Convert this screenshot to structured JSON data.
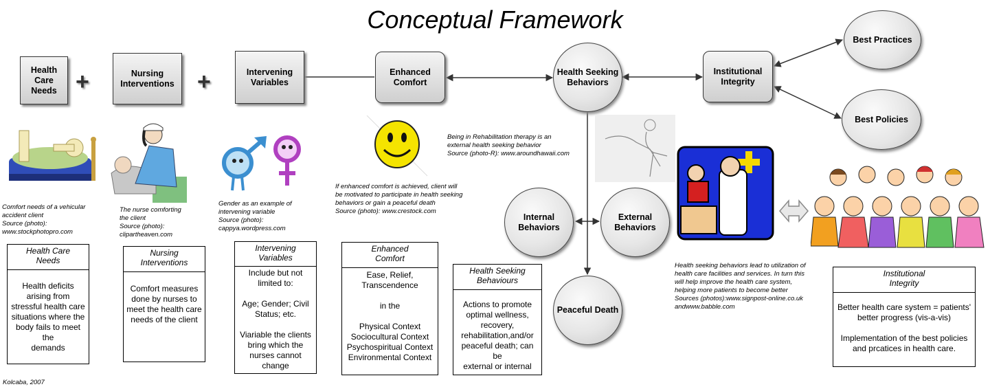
{
  "title": "Conceptual Framework",
  "nodes": {
    "health_care_needs": "Health Care Needs",
    "nursing_interventions": "Nursing Interventions",
    "intervening_variables": "Intervening Variables",
    "enhanced_comfort": "Enhanced Comfort",
    "health_seeking_behaviors": "Health Seeking Behaviors",
    "institutional_integrity": "Institutional Integrity",
    "best_practices": "Best Practices",
    "best_policies": "Best Policies",
    "internal_behaviors": "Internal Behaviors",
    "external_behaviors": "External Behaviors",
    "peaceful_death": "Peaceful Death"
  },
  "plus_symbol": "+",
  "captions": {
    "vehicular": [
      "Comfort needs of a vehicular",
      "accident client",
      "Source (photo):",
      "www.stockphotopro.com"
    ],
    "nurse": [
      "The nurse comforting",
      "the client",
      "Source (photo):",
      "clipartheaven.com"
    ],
    "gender": [
      "Gender as an example of",
      "intervening variable",
      "Source (photo):",
      "cappya.wordpress.com"
    ],
    "comfort": [
      "If enhanced comfort is achieved, client will",
      "be motivated to participate in health seeking",
      "behaviors or gain a peaceful death",
      "Source (photo): www.crestock.com"
    ],
    "rehab": [
      "Being in Rehabilitation therapy is an",
      "external health seeking behavior",
      "Source (photo-R): www.aroundhawaii.com"
    ],
    "utilization": [
      "Health seeking behaviors lead to utilization of",
      "health care facilities and services. In turn this",
      "will help improve the health care system,",
      "helping more patients to become better",
      "Sources (photos):www.signpost-online.co.uk",
      "andwww.babble.com"
    ]
  },
  "boxes": {
    "health_care_needs": {
      "header": [
        "Health Care",
        "Needs"
      ],
      "body": [
        "Health deficits",
        "arising from",
        "stressful health care",
        "situations where the",
        "body fails to meet the",
        "demands"
      ]
    },
    "nursing_interventions": {
      "header": [
        "Nursing",
        "Interventions"
      ],
      "body": [
        "Comfort measures",
        "done by nurses to",
        "meet the health care",
        "needs of the client"
      ]
    },
    "intervening_variables": {
      "header": [
        "Intervening",
        "Variables"
      ],
      "body": [
        "Include but not",
        "limited to:",
        "",
        "Age; Gender; Civil",
        "Status; etc.",
        "",
        "Viariable the clients",
        "bring which the",
        "nurses cannot",
        "change"
      ]
    },
    "enhanced_comfort": {
      "header": [
        "Enhanced",
        "Comfort"
      ],
      "body": [
        "Ease, Relief,",
        "Transcendence",
        "",
        "in the",
        "",
        "Physical Context",
        "Sociocultural Context",
        "Psychospiritual Context",
        "Environmental Context"
      ]
    },
    "health_seeking": {
      "header": [
        "Health Seeking",
        "Behaviours"
      ],
      "body": [
        "Actions to promote",
        "optimal wellness,",
        "recovery,",
        "rehabilitation,and/or",
        "peaceful death; can be",
        "external or internal"
      ]
    },
    "institutional_integrity": {
      "header": [
        "Institutional",
        "Integrity"
      ],
      "body": [
        "Better health care system = patients'",
        "better progress (vis-a-vis)",
        "",
        "Implementation of the best policies",
        "and prcatices in health care."
      ]
    }
  },
  "footer": "Kolcaba, 2007",
  "colors": {
    "node_fill": "#e0e0e0",
    "smiley": "#f5e400",
    "blue": "#1a2fd6",
    "male_symbol": "#3b8fd0",
    "female_symbol": "#b040c0"
  },
  "icons": [
    "injured-patient-illustration",
    "nurse-illustration",
    "gender-symbols-illustration",
    "smiley-face-icon",
    "rehab-sketch-illustration",
    "doctor-checkup-icon",
    "double-arrow-icon",
    "children-group-illustration"
  ]
}
